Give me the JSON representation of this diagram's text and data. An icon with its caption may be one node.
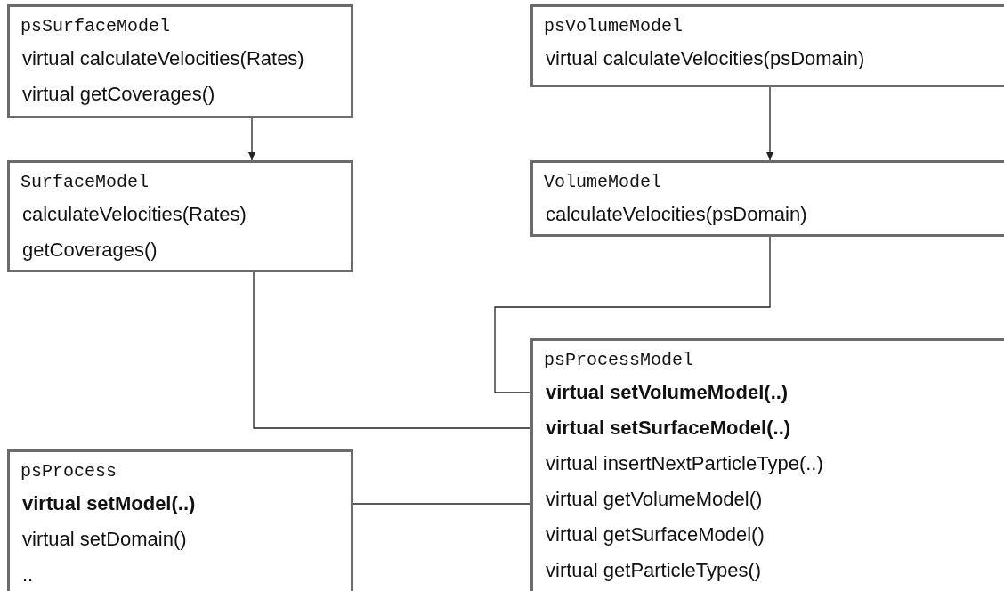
{
  "diagram": {
    "nodes": [
      {
        "text": [
          "psSurfaceModel",
          "virtual calculateVelocities(Rates)",
          "virtual getCoverages()"
        ]
      },
      {
        "text": [
          "psVolumeModel",
          "virtual calculateVelocities(psDomain)"
        ]
      },
      {
        "text": [
          "SurfaceModel",
          "calculateVelocities(Rates)",
          "getCoverages()"
        ]
      },
      {
        "text": [
          "VolumeModel",
          "calculateVelocities(psDomain)"
        ]
      },
      {
        "text": [
          "psProcessModel",
          "**virtual setVolumeModel(..)**",
          "**virtual setSurfaceModel(..)**",
          "virtual insertNextParticleType(..)",
          "virtual getVolumeModel()",
          "virtual getSurfaceModel()",
          "virtual getParticleTypes()"
        ]
      },
      {
        "text": [
          "psProcess",
          "**virtual setModel(..)**",
          "virtual setDomain()",
          ".."
        ]
      }
    ],
    "edges": [
      {
        "from": 0,
        "to": 2,
        "arrow": "to"
      },
      {
        "from": 1,
        "to": 3,
        "arrow": "to"
      },
      {
        "from": 3,
        "to": 4,
        "arrow": "none"
      },
      {
        "from": 2,
        "to": 4,
        "arrow": "none"
      },
      {
        "from": 5,
        "to": 4,
        "arrow": "none"
      }
    ]
  }
}
